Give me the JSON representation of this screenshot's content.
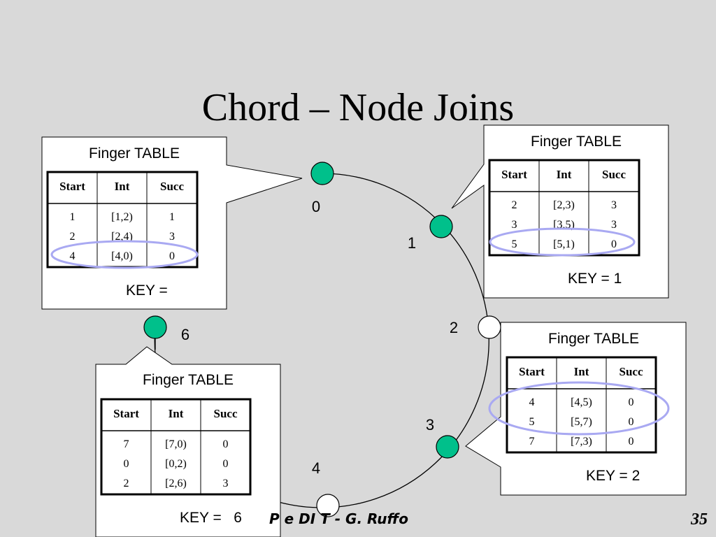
{
  "slide": {
    "title": "Chord – Node Joins",
    "footer": "P e DI T - G. Ruffo",
    "page_number": "35"
  },
  "ring": {
    "active_color": "#00c08b",
    "inactive_color": "#ffffff",
    "highlight_color": "#a9a9f2",
    "nodes": [
      {
        "id": 0,
        "label": "0",
        "active": true
      },
      {
        "id": 1,
        "label": "1",
        "active": true
      },
      {
        "id": 2,
        "label": "2",
        "active": false
      },
      {
        "id": 3,
        "label": "3",
        "active": true
      },
      {
        "id": 4,
        "label": "4",
        "active": false
      },
      {
        "id": 6,
        "label": "6",
        "active": true
      }
    ]
  },
  "tables": [
    {
      "name": "node-0",
      "title": "Finger TABLE",
      "headers": [
        "Start",
        "Int",
        "Succ"
      ],
      "rows": [
        [
          "1",
          "[1,2)",
          "1"
        ],
        [
          "2",
          "[2,4)",
          "3"
        ],
        [
          "4",
          "[4,0)",
          "0"
        ]
      ],
      "key": "KEY ="
    },
    {
      "name": "node-1",
      "title": "Finger TABLE",
      "headers": [
        "Start",
        "Int",
        "Succ"
      ],
      "rows": [
        [
          "2",
          "[2,3)",
          "3"
        ],
        [
          "3",
          "[3,5)",
          "3"
        ],
        [
          "5",
          "[5,1)",
          "0"
        ]
      ],
      "key": "KEY = 1"
    },
    {
      "name": "node-3",
      "title": "Finger TABLE",
      "headers": [
        "Start",
        "Int",
        "Succ"
      ],
      "rows": [
        [
          "4",
          "[4,5)",
          "0"
        ],
        [
          "5",
          "[5,7)",
          "0"
        ],
        [
          "7",
          "[7,3)",
          "0"
        ]
      ],
      "key": "KEY = 2"
    },
    {
      "name": "node-6",
      "title": "Finger TABLE",
      "headers": [
        "Start",
        "Int",
        "Succ"
      ],
      "rows": [
        [
          "7",
          "[7,0)",
          "0"
        ],
        [
          "0",
          "[0,2)",
          "0"
        ],
        [
          "2",
          "[2,6)",
          "3"
        ]
      ],
      "key": "KEY =   6"
    }
  ]
}
